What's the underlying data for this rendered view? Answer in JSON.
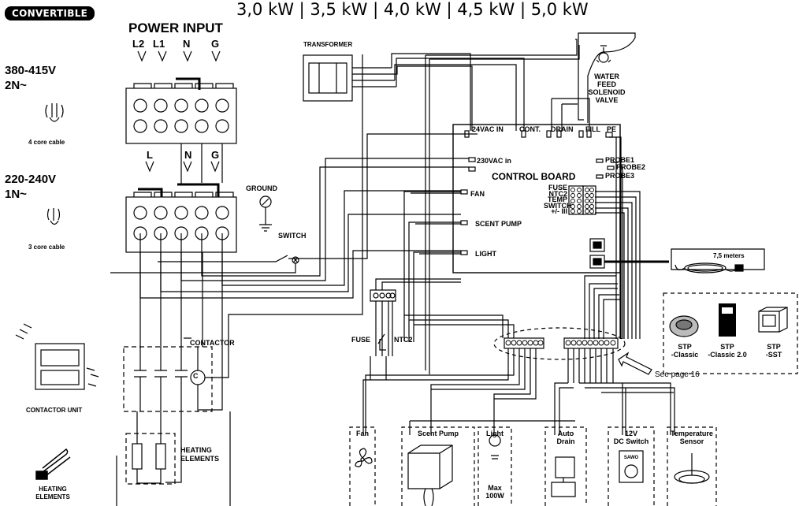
{
  "header": {
    "badge": "CONVERTIBLE",
    "power_options": "3,0 kW | 3,5 kW | 4,0 kW | 4,5 kW | 5,0 kW",
    "power_input": "POWER INPUT"
  },
  "input_3phase": {
    "voltage": "380-415V",
    "phase": "2N~",
    "cable": "4 core cable",
    "terminals": [
      "L2",
      "L1",
      "N",
      "G"
    ]
  },
  "input_1phase": {
    "voltage": "220-240V",
    "phase": "1N~",
    "cable": "3 core cable",
    "terminals": [
      "L",
      "N",
      "G"
    ]
  },
  "labels": {
    "ground": "GROUND",
    "switch": "SWITCH",
    "transformer": "TRANSFORMER",
    "water_valve": [
      "WATER",
      "FEED",
      "SOLENOID",
      "VALVE"
    ],
    "contactor": "CONTACTOR",
    "contactor_unit": "CONTACTOR UNIT",
    "heating_elements_box": [
      "HEATING",
      "ELEMENTS"
    ],
    "heating_elements_unit": [
      "HEATING",
      "ELEMENTS"
    ],
    "fuse": "FUSE",
    "ntc2": "NTC2",
    "see_page": "See page 16",
    "cable_length": "7,5 meters",
    "contactor_c": "C"
  },
  "control_board": {
    "title": "CONTROL BOARD",
    "top_terminals": [
      "24VAC IN",
      "CONT.",
      "DRAIN",
      "FILL",
      "PE"
    ],
    "mains_in": "230VAC in",
    "probes": [
      "PROBE1",
      "PROBE2",
      "PROBE3"
    ],
    "right_block": [
      "FUSE",
      "NTC2",
      "TEMP",
      "SWITCH",
      "+/- III"
    ],
    "outputs": [
      "FAN",
      "SCENT PUMP",
      "LIGHT"
    ]
  },
  "controllers": [
    {
      "name": "STP",
      "sub": "-Classic"
    },
    {
      "name": "STP",
      "sub": "-Classic 2.0"
    },
    {
      "name": "STP",
      "sub": "-SST"
    }
  ],
  "peripherals": [
    {
      "lines": [
        "Fan"
      ],
      "icon": "fan-icon"
    },
    {
      "lines": [
        "Scent Pump"
      ],
      "icon": "scent-pump-icon"
    },
    {
      "lines": [
        "Light"
      ],
      "icon": "light-bulb-icon",
      "extra": [
        "Max",
        "100W"
      ]
    },
    {
      "lines": [
        "Auto",
        "Drain"
      ],
      "icon": "drain-valve-icon"
    },
    {
      "lines": [
        "12V",
        "DC Switch"
      ],
      "icon": "dc-switch-icon",
      "brand": "SAWO"
    },
    {
      "lines": [
        "Temperature",
        "Sensor"
      ],
      "icon": "temperature-sensor-icon"
    }
  ]
}
